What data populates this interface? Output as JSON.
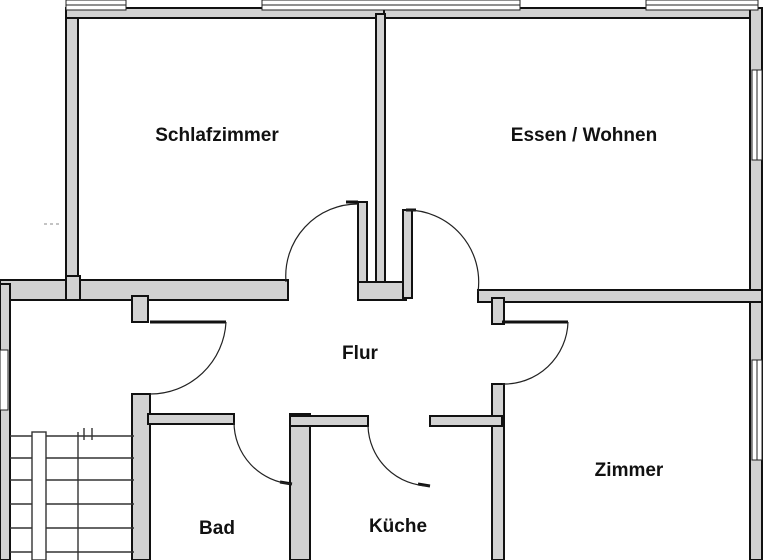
{
  "rooms": {
    "schlafzimmer": "Schlafzimmer",
    "essen_wohnen": "Essen / Wohnen",
    "flur": "Flur",
    "zimmer": "Zimmer",
    "bad": "Bad",
    "kueche": "Küche"
  },
  "colors": {
    "wall_fill": "#d2d2d2",
    "line": "#111111",
    "background": "#ffffff"
  }
}
